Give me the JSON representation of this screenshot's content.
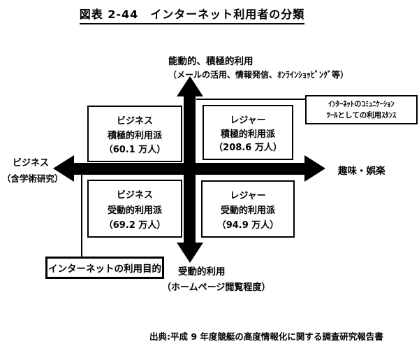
{
  "page": {
    "title": "図表 2-44　インターネット利用者の分類"
  },
  "axes": {
    "vertical_top": {
      "label": "能動的、積極的利用",
      "sublabel": "（メールの活用、情報発信、ｵﾝﾗｲﾝｼｮｯﾋﾟﾝｸﾞ等）"
    },
    "vertical_bottom": {
      "label": "受動的利用",
      "sublabel": "（ホームページ閲覧程度）"
    },
    "horizontal_left": {
      "label": "ビジネス",
      "sublabel": "（含学術研究）"
    },
    "horizontal_right": {
      "label": "趣味・娯楽"
    }
  },
  "quadrants": {
    "top_left": {
      "category": "ビジネス",
      "type": "積極的利用派",
      "value": "（60.1 万人）"
    },
    "top_right": {
      "category": "レジャー",
      "type": "積極的利用派",
      "value": "（208.6 万人）"
    },
    "bottom_left": {
      "category": "ビジネス",
      "type": "受動的利用派",
      "value": "（69.2 万人）"
    },
    "bottom_right": {
      "category": "レジャー",
      "type": "受動的利用派",
      "value": "（94.9 万人）"
    }
  },
  "annotations": {
    "vertical_axis_note": {
      "line1": "ｲﾝﾀｰﾈｯﾄのｺﾐｭﾆｹｰｼｮﾝ",
      "line2": "ﾂｰﾙとしての利用ｽﾀﾝｽ"
    },
    "horizontal_axis_note": {
      "label": "インターネットの利用目的"
    }
  },
  "source": "出典:平成 9 年度競艇の高度情報化に関する調査研究報告書",
  "colors": {
    "ink": "#000000",
    "background": "#ffffff"
  }
}
